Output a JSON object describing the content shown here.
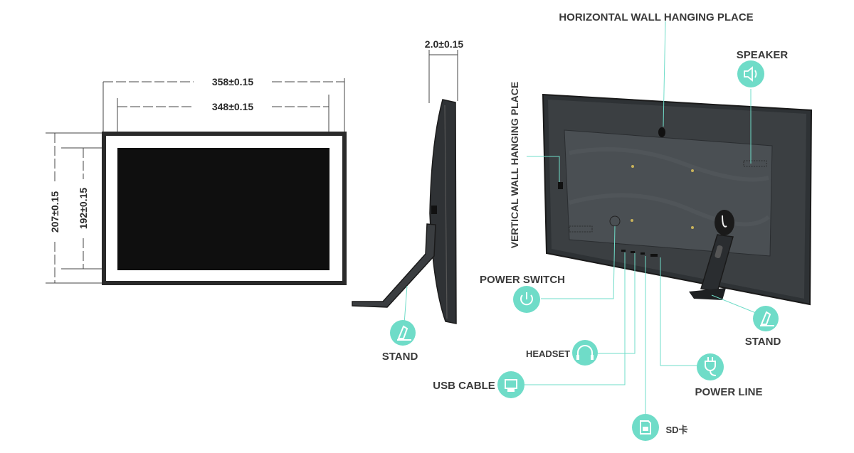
{
  "dimensions": {
    "outer_width": "358±0.15",
    "inner_width": "348±0.15",
    "outer_height": "207±0.15",
    "inner_height": "192±0.15",
    "depth": "2.0±0.15"
  },
  "labels": {
    "horizontal_hanging": "HORIZONTAL WALL HANGING PLACE",
    "vertical_hanging": "VERTICAL WALL HANGING PLACE",
    "speaker": "SPEAKER",
    "power_switch": "POWER SWITCH",
    "headset": "HEADSET",
    "usb_cable": "USB CABLE",
    "sd_card": "SD卡",
    "power_line": "POWER LINE",
    "stand_side": "STAND",
    "stand_back": "STAND"
  },
  "colors": {
    "callout": "#6fdcc8",
    "frame": "#2a2a2a",
    "screen": "#0f0f0f",
    "device_back": "#3b3f42",
    "leader": "#6fdcc8"
  },
  "icons": {
    "speaker": "speaker-icon",
    "power_switch": "power-icon",
    "headset": "headphones-icon",
    "usb_cable": "usb-icon",
    "sd_card": "sd-card-icon",
    "power_line": "plug-icon",
    "stand": "stand-icon"
  }
}
